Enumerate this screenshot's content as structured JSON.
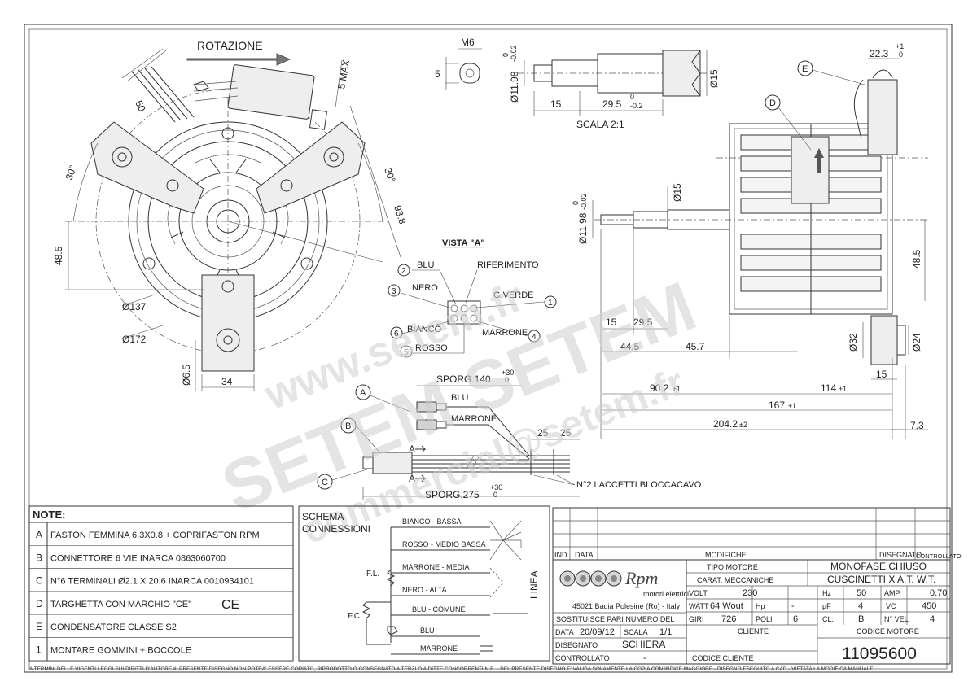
{
  "watermark": {
    "line1": "www.setem.fr",
    "line2": "SETEM SETEM",
    "line3": "commercial@setem.fr"
  },
  "front_view": {
    "rotation_label": "ROTAZIONE",
    "dims": {
      "d50": "50",
      "max5": "5 MAX",
      "a30_left": "30°",
      "a30_right": "30°",
      "d93": "93.8",
      "d48_left": "48.5",
      "phi137": "Ø137",
      "phi172": "Ø172",
      "d65": "Ø6.5",
      "d34": "34"
    }
  },
  "shaft_detail": {
    "m6": "M6",
    "d5": "5",
    "phi1198": "Ø11.98",
    "tol_0": "0",
    "tol_002": "-0.02",
    "d15": "15",
    "d295": "29.5",
    "tol_02_0": "0",
    "tol_02": "-0.2",
    "phi15": "Ø15",
    "scale": "SCALA 2:1"
  },
  "connector_view": {
    "title": "VISTA \"A\"",
    "labels": {
      "n2": "2",
      "blu": "BLU",
      "riferimento": "RIFERIMENTO",
      "n3": "3",
      "nero": "NERO",
      "gverde": "G.VERDE",
      "n1": "1",
      "n6": "6",
      "bianco": "BIANCO",
      "marrone": "MARRONE",
      "n4": "4",
      "n5": "5",
      "rosso": "ROSSO"
    }
  },
  "side_view": {
    "callout_d": "D",
    "callout_e": "E",
    "d223": "22.3",
    "tol_p1": "+1",
    "tol_p0": "0",
    "phi15": "Ø15",
    "phi1198": "Ø11.98",
    "tol_0": "0",
    "tol_002": "-0.02",
    "d485": "48.5",
    "d15a": "15",
    "d295": "29.5",
    "d445": "44.5",
    "d457": "45.7",
    "phi32": "Ø32",
    "phi24": "Ø24",
    "d15b": "15",
    "d902": "90.2",
    "d114": "114",
    "d167": "167",
    "d2042": "204.2",
    "d73": "7.3",
    "tol_pm1": "±1",
    "tol_pm2": "±2"
  },
  "cable": {
    "callout_a": "A",
    "callout_b": "B",
    "callout_c": "C",
    "sporg140": "SPORG.140",
    "tol30": "+30",
    "tol0": "0",
    "blu": "BLU",
    "marrone": "MARRONE",
    "d25a": "25",
    "d25b": "25",
    "section_a1": "A",
    "section_a2": "A",
    "laccetti": "N°2 LACCETTI BLOCCACAVO",
    "sporg275": "SPORG.275"
  },
  "notes": {
    "title": "NOTE:",
    "rows": [
      {
        "key": "A",
        "text": "FASTON FEMMINA 6.3X0.8 + COPRIFASTON RPM"
      },
      {
        "key": "B",
        "text": "CONNETTORE 6 VIE INARCA 0863060700"
      },
      {
        "key": "C",
        "text": "N°6 TERMINALI Ø2.1 X 20.6 INARCA 0010934101"
      },
      {
        "key": "D",
        "text": "TARGHETTA CON MARCHIO \"CE\"",
        "mark": "CE"
      },
      {
        "key": "E",
        "text": "CONDENSATORE CLASSE S2"
      },
      {
        "key": "1",
        "text": "MONTARE GOMMINI + BOCCOLE"
      }
    ]
  },
  "schema": {
    "title1": "SCHEMA",
    "title2": "CONNESSIONI",
    "wires": [
      "BIANCO - BASSA",
      "ROSSO - MEDIO BASSA",
      "MARRONE - MEDIA",
      "NERO - ALTA",
      "BLU - COMUNE",
      "BLU",
      "MARRONE"
    ],
    "fl": "F.L.",
    "fc": "F.C.",
    "linea": "LINEA"
  },
  "title_block": {
    "revision_headers": {
      "ind": "IND.",
      "data": "DATA",
      "modifiche": "MODIFICHE",
      "disegnato": "DISEGNATO",
      "controllato": "CONTROLLATO"
    },
    "company": {
      "logo_text": "Rpm",
      "subtitle": "motori elettrici",
      "address": "45021 Badia Polesine (Ro) - Italy"
    },
    "sostituisce": "SOSTITUISCE PARI NUMERO DEL",
    "data_label": "DATA",
    "data_value": "20/09/12",
    "scala_label": "SCALA",
    "scala_value": "1/1",
    "disegnato_label": "DISEGNATO",
    "disegnato_value": "SCHIERA",
    "controllato_label": "CONTROLLATO",
    "controllato_value": "-",
    "cliente_label": "CLIENTE",
    "codice_cliente_label": "CODICE CLIENTE",
    "tipo_motore_label": "TIPO MOTORE",
    "tipo_motore_value": "MONOFASE CHIUSO",
    "carat_label": "CARAT. MECCANICHE",
    "carat_value": "CUSCINETTI X A.T. W.T.",
    "volt_label": "VOLT",
    "volt_value": "230",
    "hz_label": "Hz",
    "hz_value": "50",
    "amp_label": "AMP.",
    "amp_value": "0.70",
    "watt_label": "WATT",
    "watt_value": "64 Wout",
    "hp_label": "Hp",
    "hp_value": "-",
    "uf_label": "µF",
    "uf_value": "4",
    "vc_label": "VC",
    "vc_value": "450",
    "giri_label": "GIRI",
    "giri_value": "726",
    "poli_label": "POLI",
    "poli_value": "6",
    "cl_label": "CL.",
    "cl_value": "B",
    "nvel_label": "N° VEL.",
    "nvel_value": "4",
    "codice_motore_label": "CODICE MOTORE",
    "codice_motore_value": "11095600"
  },
  "footer": "A TERMINI DELLE VIGENTI LEGGI SUI DIRITTI D'AUTORE IL PRESENTE DISEGNO NON POTRA' ESSERE COPIATO, RIPRODOTTO O CONSEGNATO A TERZI O A DITTE CONCORRENTI N.B. - DEL PRESENTE DISEGNO E' VALIDA SOLAMENTE LA COPIA CON INDICE MAGGIORE - DISEGNO ESEGUITO A CAD - VIETATA LA MODIFICA MANUALE"
}
